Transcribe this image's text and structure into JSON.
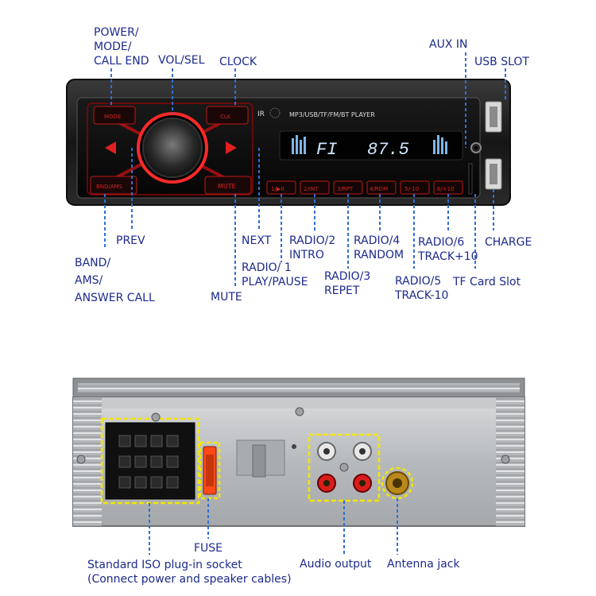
{
  "front_panel": {
    "ir_label": "IR",
    "player_label": "MP3/USB/TF/FM/BT  PLAYER",
    "display_band": "FI",
    "display_freq": "87.5",
    "buttons": {
      "power_mode": "MODE",
      "clock": "CLK",
      "band_ams": "BND/AMS",
      "mute": "MUTE",
      "preset1": "1/▶II",
      "preset2": "2/INT",
      "preset3": "3/RPT",
      "preset4": "4/RDM",
      "preset5": "5/-10",
      "preset6": "6/+10"
    }
  },
  "labels": {
    "power_mode_call_end": [
      "POWER/",
      "MODE/",
      "CALL END"
    ],
    "vol_sel": "VOL/SEL",
    "clock": "CLOCK",
    "aux_in": "AUX IN",
    "usb_slot": "USB SLOT",
    "prev": "PREV",
    "band_ams": [
      "BAND/",
      "AMS/",
      "ANSWER CALL"
    ],
    "next": "NEXT",
    "radio1": [
      "RADIO/ 1",
      "PLAY/PAUSE"
    ],
    "mute": "MUTE",
    "radio2": [
      "RADIO/2",
      "INTRO"
    ],
    "radio3": [
      "RADIO/3",
      "REPET"
    ],
    "radio4": [
      "RADIO/4",
      "RANDOM"
    ],
    "radio5": [
      "RADIO/5",
      "TRACK-10"
    ],
    "radio6": [
      "RADIO/6",
      "TRACK+10"
    ],
    "charge": "CHARGE",
    "tf_card": "TF Card Slot",
    "iso_socket": [
      "Standard ISO plug-in socket",
      "(Connect power and speaker cables)"
    ],
    "fuse": "FUSE",
    "audio_output": "Audio output",
    "antenna_jack": "Antenna jack"
  },
  "colors": {
    "label_text": "#1c2a8c",
    "callout_line": "#2f6fd6",
    "accent_red": "#e02020",
    "highlight_box": "#f2e600"
  }
}
